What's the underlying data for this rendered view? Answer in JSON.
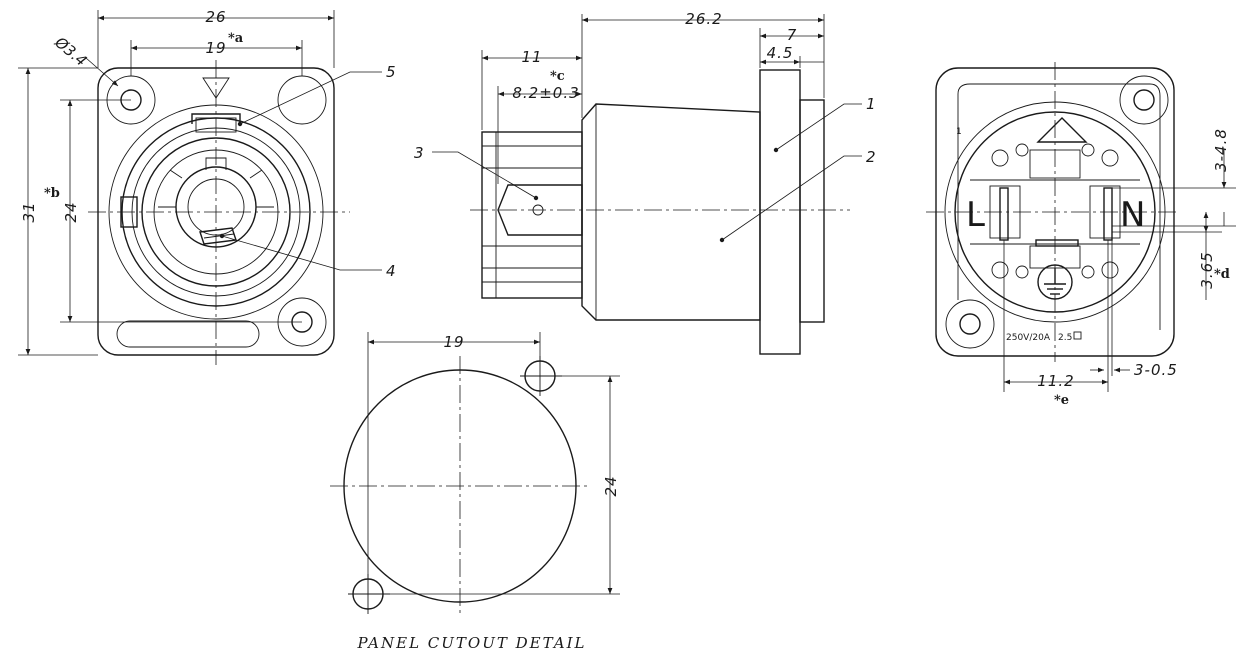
{
  "front_view": {
    "dims": {
      "width": "26",
      "hole_pitch_x": "19",
      "hole_dia": "Ø3.4",
      "height": "31",
      "hole_pitch_y": "24"
    },
    "annotations": {
      "a": "*a",
      "b": "*b"
    },
    "labels": {
      "item5": "5",
      "item4": "4"
    }
  },
  "side_view": {
    "dims": {
      "overall_length": "26.2",
      "rear_length": "11",
      "flange_thk": "7",
      "flange_step": "4.5",
      "pin_pos": "8.2±0.3"
    },
    "annotations": {
      "c": "*c"
    },
    "labels": {
      "item1": "1",
      "item2": "2",
      "item3": "3"
    }
  },
  "rear_view": {
    "dims": {
      "top_offset": "3-4.8",
      "bottom_offset": "3.65",
      "pin_span": "11.2",
      "slot_width": "3-0.5"
    },
    "annotations": {
      "d": "*d",
      "e": "*e"
    },
    "pin_letters": {
      "left": "L",
      "right": "N"
    },
    "rating": "250V/20A",
    "rating_extra": "2.5",
    "small_number": "1"
  },
  "cutout": {
    "dims": {
      "pitch_x": "19",
      "diameter": "24"
    },
    "caption": "PANEL CUTOUT DETAIL"
  }
}
